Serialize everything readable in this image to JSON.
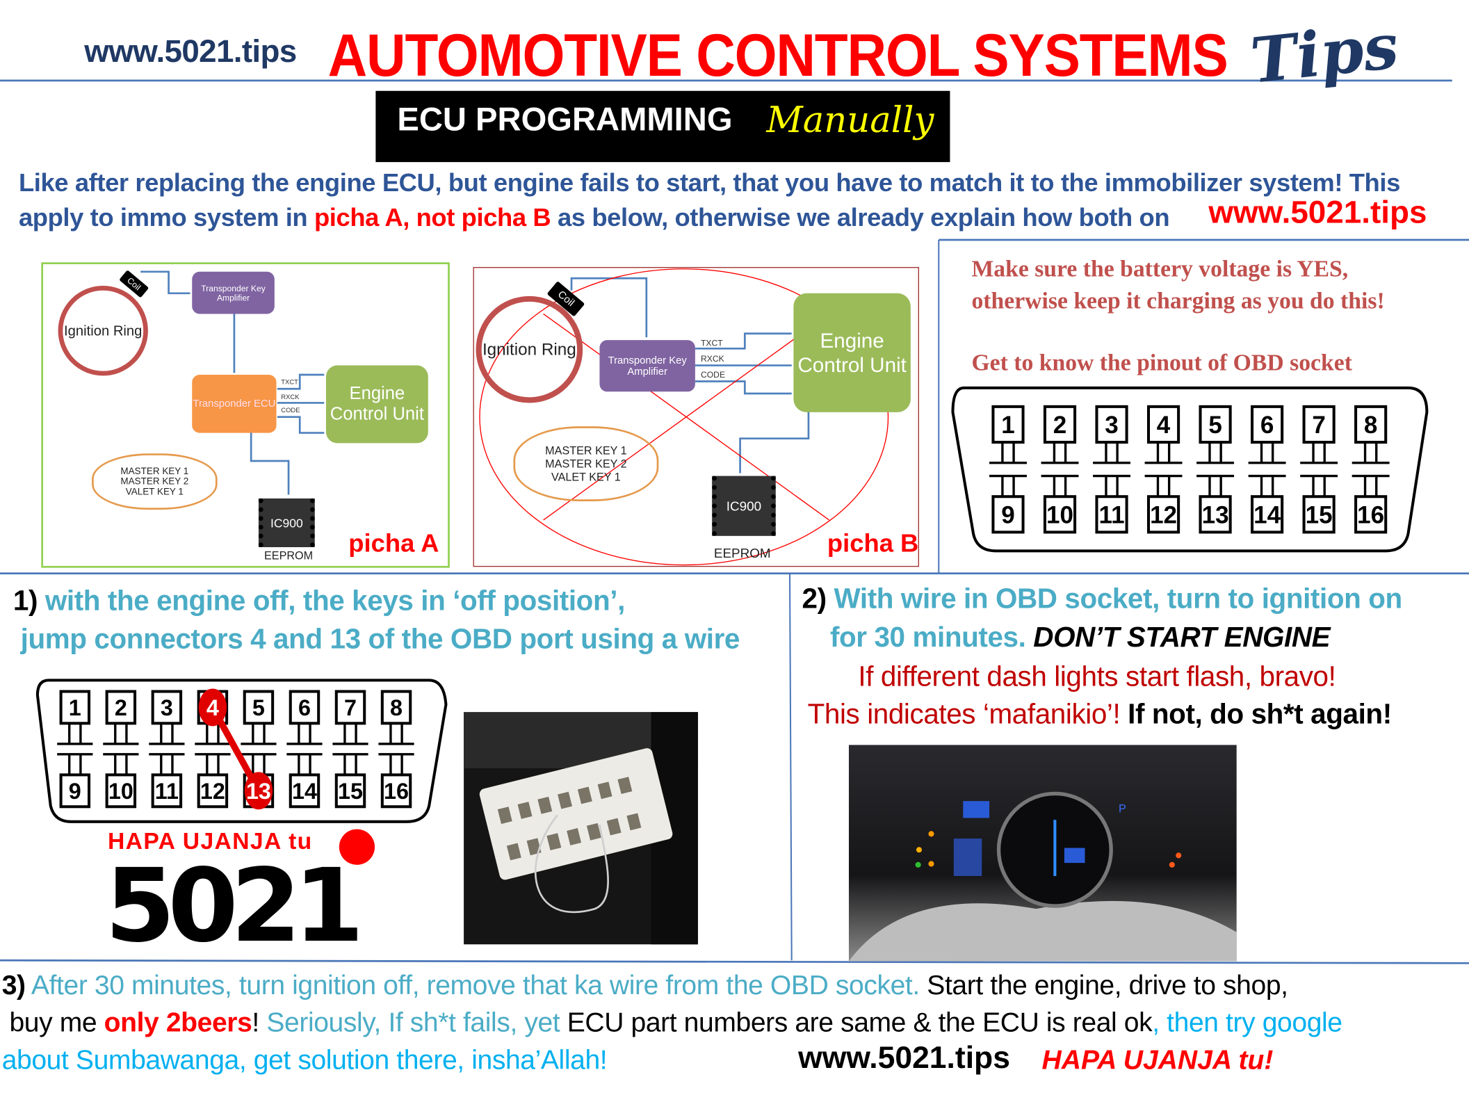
{
  "header": {
    "site_url": "www.5021.tips",
    "title": "AUTOMOTIVE CONTROL SYSTEMS",
    "title_suffix": "Tips",
    "banner_title": "ECU PROGRAMMING",
    "banner_suffix": "Manually"
  },
  "intro": {
    "line1": "Like after replacing the engine ECU, but engine fails to start, that you have to match it to the immobilizer system! This",
    "line2_a": "apply to immo system in ",
    "line2_b": "picha A",
    "line2_c": ", not ",
    "line2_d": "picha B",
    "line2_e": " as below, otherwise we already explain how both on",
    "url": "www.5021.tips"
  },
  "diagram_a": {
    "ring": "Ignition Ring",
    "coil": "Coil",
    "amplifier": "Transponder Key Amplifier",
    "transponder_ecu": "Transponder ECU",
    "signals": [
      "TXCT",
      "RXCK",
      "CODE"
    ],
    "ecu": "Engine Control Unit",
    "keys": [
      "MASTER KEY 1",
      "MASTER KEY 2",
      "VALET KEY 1"
    ],
    "chip": "IC900",
    "eeprom": "EEPROM",
    "label": "picha A"
  },
  "diagram_b": {
    "ring": "Ignition Ring",
    "coil": "Coil",
    "amplifier": "Transponder Key Amplifier",
    "signals": [
      "TXCT",
      "RXCK",
      "CODE"
    ],
    "ecu": "Engine Control Unit",
    "keys": [
      "MASTER KEY 1",
      "MASTER KEY 2",
      "VALET KEY 1"
    ],
    "chip": "IC900",
    "eeprom": "EEPROM",
    "label": "picha B",
    "crossed_out": true
  },
  "right_panel": {
    "line1": "Make sure the battery voltage is YES,",
    "line2": "otherwise keep it charging as you do this!",
    "line3": "Get to know the pinout of OBD socket"
  },
  "obd": {
    "pins": [
      "1",
      "2",
      "3",
      "4",
      "5",
      "6",
      "7",
      "8",
      "9",
      "10",
      "11",
      "12",
      "13",
      "14",
      "15",
      "16"
    ],
    "jumper_pins": [
      "4",
      "13"
    ]
  },
  "step1": {
    "num": "1)",
    "line1": " with the engine off, the keys in ‘off position’,",
    "line2": "jump connectors 4 and 13 of the OBD port using a wire"
  },
  "logo": {
    "tagline": "HAPA UJANJA tu",
    "number": "5021"
  },
  "step2": {
    "num": "2)",
    "line1": " With wire in OBD socket, turn to ignition on",
    "line2_a": "for 30 minutes. ",
    "line2_b": "DON’T START ENGINE",
    "line3": "If different dash lights start flash, bravo!",
    "line4_a": "This indicates ‘mafanikio’! ",
    "line4_b": "If not, do sh*t again!"
  },
  "step3": {
    "num": "3)",
    "line1_a": " After 30 minutes, turn ignition off, remove that ka wire from the OBD socket. ",
    "line1_b": "Start the engine, drive to shop,",
    "line2_a": "buy me ",
    "line2_b": "only 2beers",
    "line2_c": "! ",
    "line2_d": "Seriously, If sh*t fails, yet ",
    "line2_e": "ECU part numbers are same & the ECU is real ok",
    "line2_f": ", then try google",
    "line3_a": "about Sumbawanga, get solution there, insha’Allah!",
    "url": "www.5021.tips",
    "slogan": "HAPA UJANJA tu!"
  },
  "colors": {
    "title_red": "#ff0000",
    "navy": "#1f3864",
    "intro_blue": "#2e5597",
    "teal": "#4bacc6",
    "divider_blue": "#4a76b8"
  }
}
